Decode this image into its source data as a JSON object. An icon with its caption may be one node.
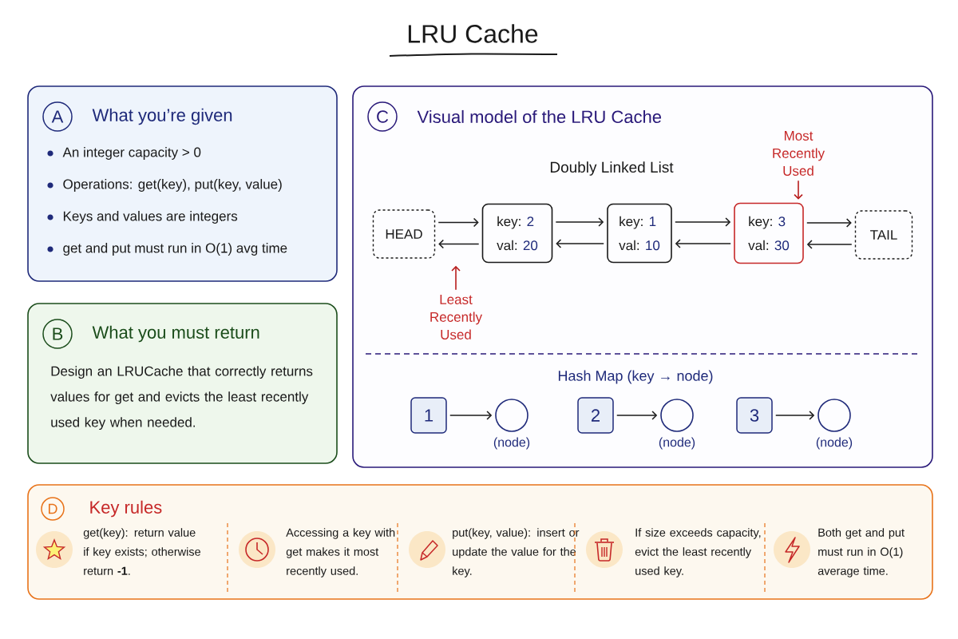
{
  "diagram": {
    "title": "LRU Cache",
    "nodes": [
      {
        "text": [
          "A",
          "What you’re given",
          "An integer capacity > 0",
          "Operations: get(key), put(key, value)",
          "Keys and values are integers",
          "get and put must run in O(1) avg time"
        ]
      },
      {
        "text": [
          "B",
          "What you must return",
          "Design an LRUCache that correctly returns values for get and evicts the least recently used key when needed."
        ]
      },
      {
        "text": [
          "C",
          "Visual model of the LRU Cache"
        ]
      },
      {
        "text": [
          "HEAD"
        ],
        "in": 2
      },
      {
        "text": [
          "key:",
          "2",
          "val:",
          "20"
        ],
        "in": 2
      },
      {
        "text": [
          "key:",
          "1",
          "val:",
          "10"
        ],
        "in": 2
      },
      {
        "text": [
          "key:",
          "3",
          "val:",
          "30"
        ],
        "in": 2
      },
      {
        "text": [
          "TAIL"
        ],
        "in": 2
      },
      {
        "text": [
          "Most Recently Used"
        ],
        "in": 2
      },
      {
        "text": [
          "Least Recently Used"
        ],
        "in": 2
      },
      {
        "text": [
          "1"
        ],
        "in": 2
      },
      {
        "text": [],
        "shape": "circle",
        "beside": [
          "(node)"
        ],
        "in": 2
      },
      {
        "text": [
          "2"
        ],
        "in": 2
      },
      {
        "text": [],
        "shape": "circle",
        "beside": [
          "(node)"
        ],
        "in": 2
      },
      {
        "text": [
          "3"
        ],
        "in": 2
      },
      {
        "text": [],
        "shape": "circle",
        "beside": [
          "(node)"
        ],
        "in": 2
      },
      {
        "text": [
          "D",
          "Key rules"
        ]
      }
    ],
    "edges": [
      {
        "from": 3,
        "to": 4,
        "arrow": "to"
      },
      {
        "from": 4,
        "to": 3,
        "arrow": "to"
      },
      {
        "from": 4,
        "to": 5,
        "arrow": "to"
      },
      {
        "from": 5,
        "to": 4,
        "arrow": "to"
      },
      {
        "from": 5,
        "to": 6,
        "arrow": "to"
      },
      {
        "from": 6,
        "to": 5,
        "arrow": "to"
      },
      {
        "from": 6,
        "to": 7,
        "arrow": "to"
      },
      {
        "from": 7,
        "to": 6,
        "arrow": "to"
      },
      {
        "from": 8,
        "to": 6,
        "arrow": "to",
        "color": "#b71c1c"
      },
      {
        "from": 9,
        "to": null,
        "arrow": "to",
        "color": "#b71c1c"
      },
      {
        "from": 10,
        "to": 11,
        "arrow": "to"
      },
      {
        "from": 12,
        "to": 13,
        "arrow": "to"
      },
      {
        "from": 14,
        "to": 15,
        "arrow": "to"
      }
    ],
    "labels": [
      "Doubly Linked List",
      "Hash Map (key → node)",
      "get(key): return value if key exists; otherwise return **-1**.",
      "Accessing a key with get makes it most recently used.",
      "put(key, value): insert or update the value for the key.",
      "If size exceeds capacity, evict the least recently used key.",
      "Both get and put must run in O(1) average time."
    ]
  }
}
